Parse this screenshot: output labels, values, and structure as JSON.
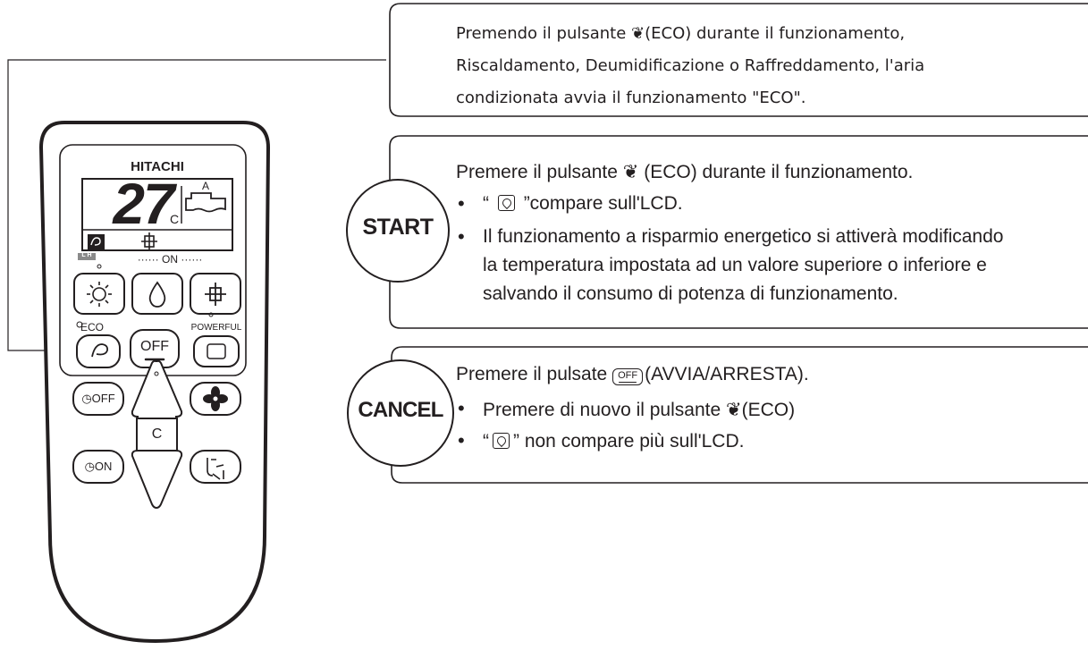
{
  "info_box": {
    "lines": [
      "Premendo il pulsante ❦(ECO) durante il funzionamento,",
      "Riscaldamento, Deumidificazione o Raffreddamento, l'aria",
      "condizionata avvia il funzionamento \"ECO\"."
    ]
  },
  "start_box": {
    "label": "START",
    "intro_before": "Premere il pulsante",
    "intro_after": "(ECO) durante il funzionamento.",
    "bullet1_before": "“",
    "bullet1_after": "”compare sull'LCD.",
    "bullet2_lines": [
      "Il funzionamento a risparmio energetico si attiverà modificando",
      "la temperatura impostata ad un valore superiore o inferiore e",
      "salvando il consumo di potenza di funzionamento."
    ]
  },
  "cancel_box": {
    "label": "CANCEL",
    "intro_before": "Premere il pulsate",
    "off_key": "OFF",
    "intro_after": "(AVVIA/ARRESTA).",
    "bullet1": "Premere di nuovo il pulsante ❦(ECO)",
    "bullet2_before": "“",
    "bullet2_after": "” non compare più sull'LCD."
  },
  "remote": {
    "brand": "HITACHI",
    "lcd_temp": "27",
    "lcd_unit": "C",
    "lcd_fan_mode": "A",
    "lh_label": "L H",
    "on_label": "······ ON ······",
    "eco_label": "ECO",
    "powerful_label": "POWERFUL",
    "off_button": "OFF",
    "timer_off": "◷OFF",
    "timer_on": "◷ON",
    "temp_unit": "C"
  },
  "icons": [
    "eco-leaf-icon",
    "heat-sun-icon",
    "dry-drop-icon",
    "cool-snow-icon",
    "fan-icon",
    "swing-louver-icon",
    "powerful-icon"
  ]
}
